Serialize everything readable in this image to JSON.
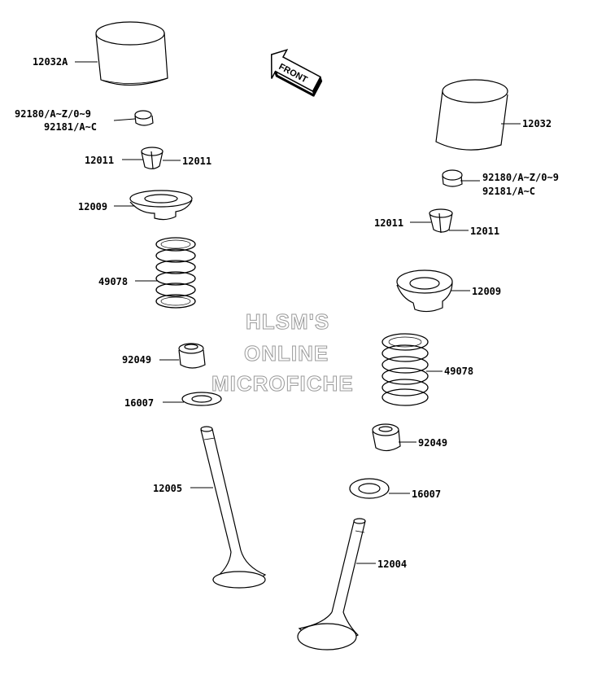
{
  "labels": {
    "l12032a": "12032A",
    "l92180a": "92180/A~Z/0~9",
    "l92181a": "92181/A~C",
    "l12011a": "12011",
    "l12011b": "12011",
    "l12009a": "12009",
    "l49078a": "49078",
    "l92049a": "92049",
    "l16007a": "16007",
    "l12005": "12005",
    "l12032": "12032",
    "l92180b": "92180/A~Z/0~9",
    "l92181b": "92181/A~C",
    "l12011c": "12011",
    "l12011d": "12011",
    "l12009b": "12009",
    "l49078b": "49078",
    "l92049b": "92049",
    "l16007b": "16007",
    "l12004": "12004"
  },
  "front_arrow": "FRONT",
  "watermark": {
    "line1": "HLSM'S",
    "line2": "ONLINE",
    "line3": "MICROFICHE"
  }
}
